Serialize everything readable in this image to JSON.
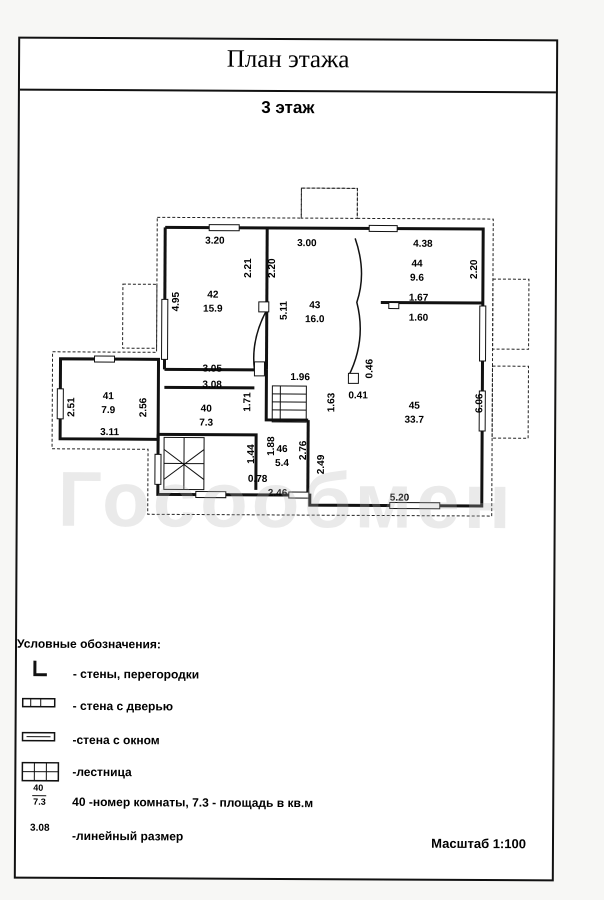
{
  "header": {
    "title": "План этажа",
    "floor": "3 этаж"
  },
  "rooms": [
    {
      "id": "42",
      "area": "15.9"
    },
    {
      "id": "43",
      "area": "16.0"
    },
    {
      "id": "44",
      "area": "9.6"
    },
    {
      "id": "41",
      "area": "7.9"
    },
    {
      "id": "40",
      "area": "7.3"
    },
    {
      "id": "45",
      "area": "33.7"
    },
    {
      "id": "46",
      "area": "5.4"
    }
  ],
  "dimensions": [
    "3.20",
    "3.00",
    "4.38",
    "2.21",
    "2.20",
    "2.20",
    "4.95",
    "5.11",
    "1.67",
    "1.60",
    "3.05",
    "3.08",
    "1.96",
    "2.51",
    "2.56",
    "1.71",
    "1.63",
    "0.46",
    "0.41",
    "6.06",
    "3.11",
    "1.44",
    "1.88",
    "2.76",
    "2.49",
    "0.78",
    "2.46",
    "5.20"
  ],
  "legend": {
    "title": "Условные обозначения:",
    "items": [
      {
        "icon": "wall-icon",
        "text": "- стены, перегородки"
      },
      {
        "icon": "wall-door-icon",
        "text": "- стена с дверью"
      },
      {
        "icon": "wall-window-icon",
        "text": "-стена с окном"
      },
      {
        "icon": "stair-icon",
        "text": "-лестница"
      },
      {
        "icon": "room-number-sample",
        "num": "40",
        "area": "7.3",
        "text": "40 -номер комнаты, 7.3 - площадь в кв.м"
      },
      {
        "icon": "dimension-sample",
        "num": "3.08",
        "text": "-линейный размер"
      }
    ]
  },
  "scale": "Масштаб 1:100",
  "watermark": "Госообмен"
}
